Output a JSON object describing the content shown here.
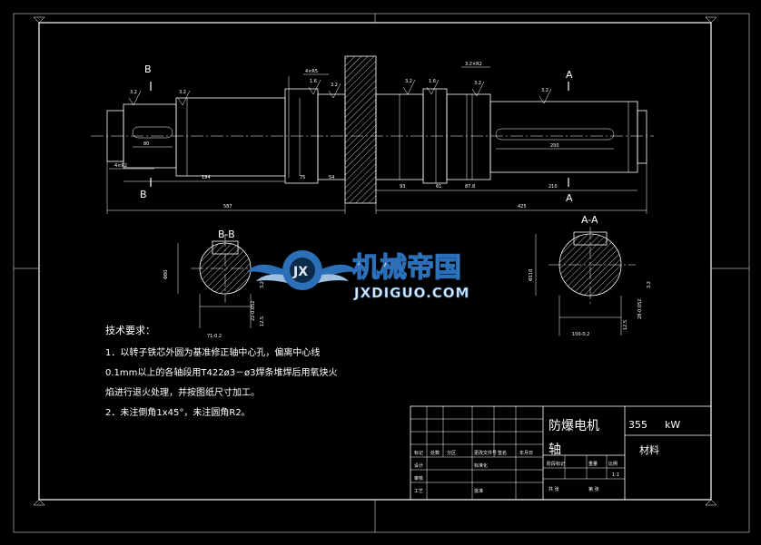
{
  "views": {
    "section_bb_label": "B-B",
    "section_aa_label": "A-A",
    "cut_marker_b": "B",
    "cut_marker_a": "A"
  },
  "dimensions": {
    "total_len_left": "587",
    "total_len_right": "425",
    "seg_194": "194",
    "seg_75": "75",
    "seg_54": "54",
    "seg_93": "93",
    "seg_61": "61",
    "seg_87_8": "87.8",
    "seg_210": "210",
    "key_left": "80",
    "key_right": "200",
    "chamfer_left": "4×R2",
    "chamfer_top": "4×R5",
    "chamfer_right": "3.2×R2",
    "roughness_vals": [
      "3.2",
      "3.2",
      "1.6",
      "3.2",
      "3.2",
      "1.6",
      "3.2",
      "3.2"
    ],
    "bb_dia": "Φ80",
    "bb_depth": "71-0.2",
    "bb_keyw": "22-0.052",
    "bb_rough": "3.2",
    "bb_rough2": "12.5",
    "aa_dia": "Φ110",
    "aa_depth": "100-0.2",
    "aa_keyw": "28-0.052",
    "aa_rough": "3.2",
    "aa_rough2": "12.5"
  },
  "watermark": {
    "cn": "机械帝国",
    "en": "JXDIGUO.COM"
  },
  "notes": {
    "heading": "技术要求：",
    "line1": "1．以转子铁芯外圆为基准修正轴中心孔，偏离中心线",
    "line2": "0.1mm以上的各轴段用T422ø3－ø3焊条堆焊后用氧炔火",
    "line3": "焰进行退火处理，并按图纸尺寸加工。",
    "line4": "2．未注倒角1x45°，未注圆角R2。"
  },
  "title_block": {
    "part_name": "防爆电机",
    "part_name_2": "轴",
    "power": "355",
    "unit": "kW",
    "material_label": "材料",
    "small_cells": [
      "标记",
      "处数",
      "分区",
      "更改文件号",
      "签名",
      "年月日",
      "设计",
      "标准化",
      "阶段标记",
      "重量",
      "比例",
      "审核",
      "工艺",
      "批准",
      "共 张",
      "第 张",
      "1:1"
    ]
  },
  "colors": {
    "background": "#000000",
    "lines": "#ffffff",
    "watermark_blue": "#2a6fb8",
    "watermark_light": "#d9e6f2"
  }
}
